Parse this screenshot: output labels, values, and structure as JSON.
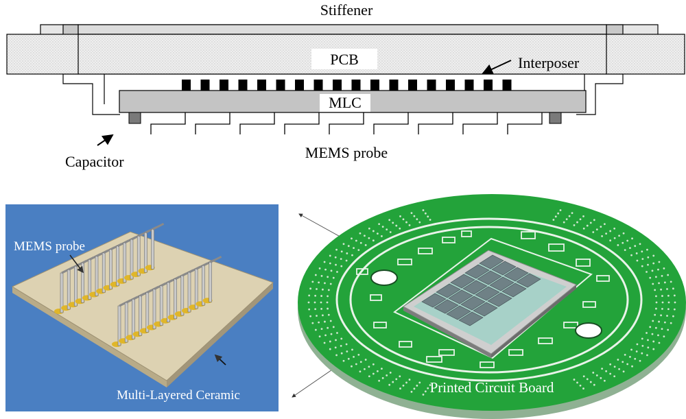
{
  "cross_section": {
    "labels": {
      "stiffener": "Stiffener",
      "pcb": "PCB",
      "interposer": "Interposer",
      "mlc": "MLC",
      "mems_probe": "MEMS probe",
      "capacitor": "Capacitor"
    }
  },
  "probe_detail": {
    "labels": {
      "mems_probe": "MEMS probe",
      "ceramic": "Multi-Layered Ceramic"
    },
    "colors": {
      "background": "#4a7fc2",
      "substrate": "#ddd2b2",
      "pad": "#e0b629",
      "probe": "#b4b4b4"
    }
  },
  "board_render": {
    "labels": {
      "pcb": "Printed Circuit Board"
    },
    "colors": {
      "board": "#23a33a",
      "board_edge": "#8fb193",
      "traces": "#e9f3e9",
      "chip": "#6f8186",
      "window": "#a7d1c8"
    }
  }
}
